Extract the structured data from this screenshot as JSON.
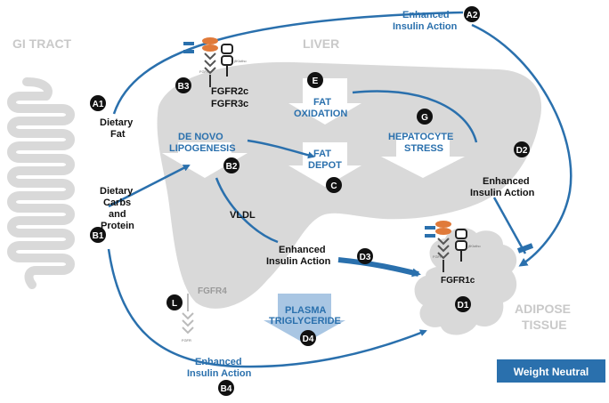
{
  "regions": {
    "gi_tract": "GI TRACT",
    "liver": "LIVER",
    "adipose_line1": "ADIPOSE",
    "adipose_line2": "TISSUE"
  },
  "badges": {
    "a1": "A1",
    "a2": "A2",
    "b1": "B1",
    "b2": "B2",
    "b3": "B3",
    "b4": "B4",
    "c": "C",
    "d1": "D1",
    "d2": "D2",
    "d3": "D3",
    "d4": "D4",
    "e": "E",
    "g": "G",
    "l": "L"
  },
  "labels": {
    "enhanced_insulin_a2_1": "Enhanced",
    "enhanced_insulin_a2_2": "Insulin Action",
    "dietary_fat_1": "Dietary",
    "dietary_fat_2": "Fat",
    "dietary_carbs_1": "Dietary",
    "dietary_carbs_2": "Carbs",
    "dietary_carbs_3": "and",
    "dietary_carbs_4": "Protein",
    "de_novo_1": "DE NOVO",
    "de_novo_2": "LIPOGENESIS",
    "fat_oxidation_1": "FAT",
    "fat_oxidation_2": "OXIDATION",
    "fat_depot_1": "FAT",
    "fat_depot_2": "DEPOT",
    "hepatocyte_1": "HEPATOCYTE",
    "hepatocyte_2": "STRESS",
    "fgfr2c": "FGFR2c",
    "fgfr3c": "FGFR3c",
    "vldl": "VLDL",
    "enhanced_insulin_d3_1": "Enhanced",
    "enhanced_insulin_d3_2": "Insulin Action",
    "enhanced_insulin_d2_1": "Enhanced",
    "enhanced_insulin_d2_2": "Insulin Action",
    "fgfr1c": "FGFR1c",
    "fgfr4": "FGFR4",
    "plasma_1": "PLASMA",
    "plasma_2": "TRIGLYCERIDE",
    "enhanced_insulin_b4_1": "Enhanced",
    "enhanced_insulin_b4_2": "Insulin Action",
    "weight_neutral": "Weight Neutral",
    "receptor_fgfr": "FGFR",
    "receptor_bklotho": "βKlotho"
  },
  "colors": {
    "accent_blue": "#2a70ad",
    "organ_gray": "#d9d9d9",
    "badge_black": "#111111",
    "region_gray": "#c9c9c9",
    "plasma_blue": "#a9c6e3",
    "receptor_orange": "#e07a3a"
  }
}
